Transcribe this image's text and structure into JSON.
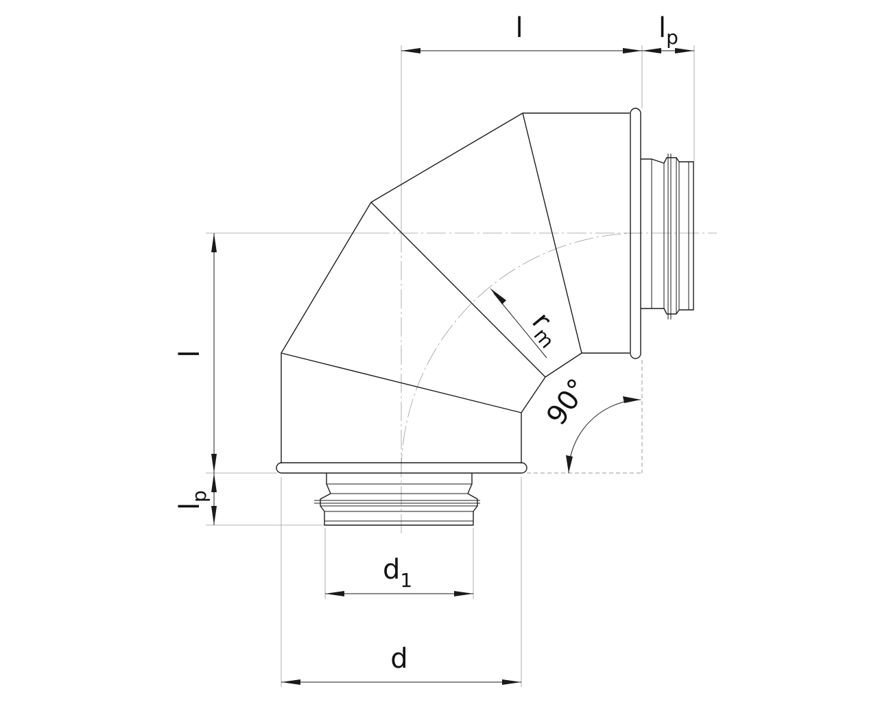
{
  "labels": {
    "l_top": "l",
    "lp_top": "l",
    "lp_top_sub": "p",
    "l_left": "l",
    "lp_left": "l",
    "lp_left_sub": "p",
    "d1": "d",
    "d1_sub": "1",
    "d": "d",
    "rm": "r",
    "rm_sub": "m",
    "angle": "90°"
  }
}
